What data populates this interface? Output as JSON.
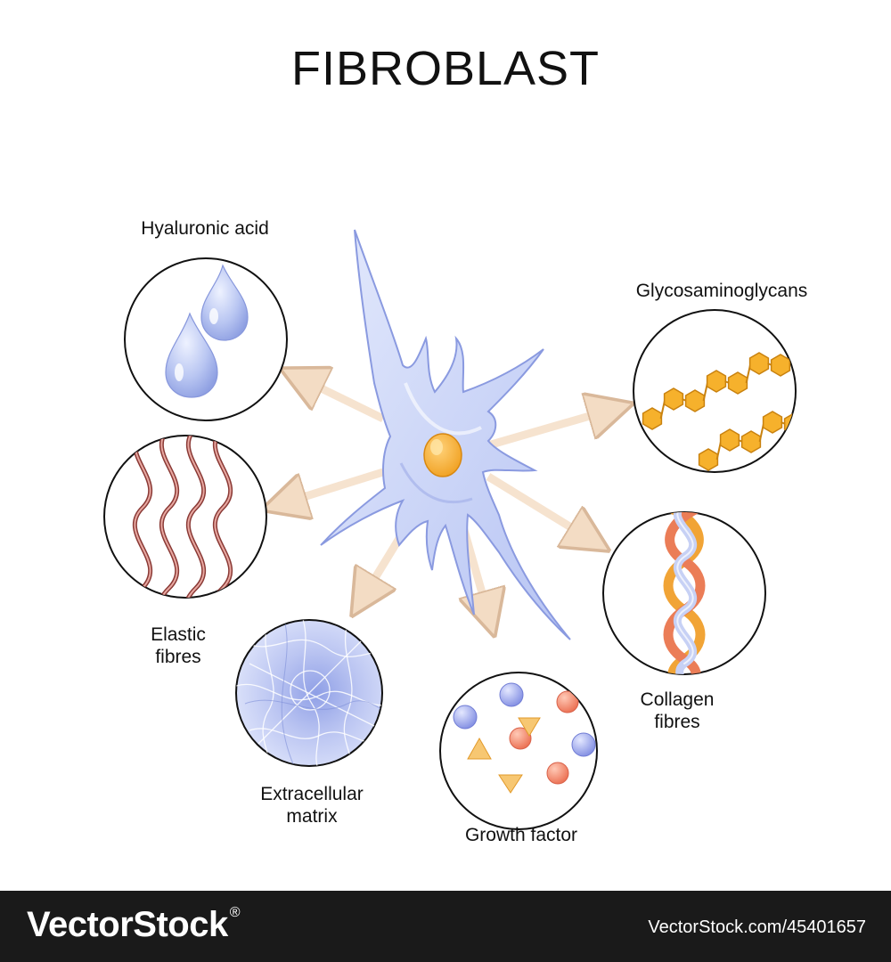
{
  "title": "FIBROBLAST",
  "labels": {
    "hyaluronic": "Hyaluronic acid",
    "glycos": "Glycosaminoglycans",
    "elastic_1": "Elastic",
    "elastic_2": "fibres",
    "collagen_1": "Collagen",
    "collagen_2": "fibres",
    "ecm_1": "Extracellular",
    "ecm_2": "matrix",
    "growth": "Growth factor"
  },
  "colors": {
    "cell": "#c9d5f7",
    "cell_outline": "#8a9ae0",
    "nucleus": "#f5a623",
    "arrow": "#f6e3cf",
    "elastic_fibre": "#b85c57",
    "hexagon": "#f5b129",
    "growth_blue": "#a9b4f0",
    "growth_red": "#f28a6e",
    "growth_triangle": "#f5c06a"
  },
  "footer": {
    "brand": "VectorStock",
    "registered": "®",
    "credit": "VectorStock.com/45401657"
  }
}
